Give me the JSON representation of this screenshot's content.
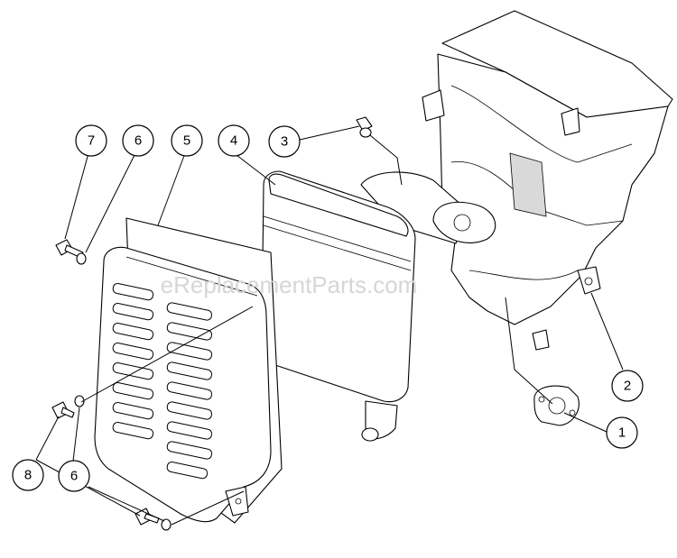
{
  "watermark": "eReplacementParts.com",
  "callouts": [
    {
      "label": "1"
    },
    {
      "label": "2"
    },
    {
      "label": "3"
    },
    {
      "label": "4"
    },
    {
      "label": "5"
    },
    {
      "label": "6"
    },
    {
      "label": "7"
    },
    {
      "label": "8"
    },
    {
      "label": "6"
    }
  ]
}
